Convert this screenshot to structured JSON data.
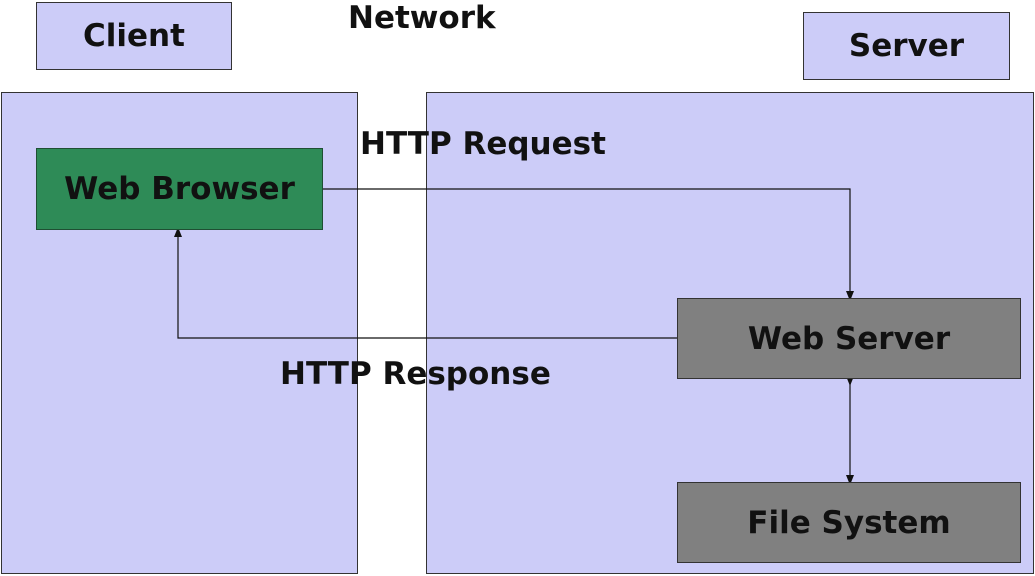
{
  "client": {
    "label": "Client"
  },
  "network": {
    "label": "Network"
  },
  "server": {
    "label": "Server"
  },
  "nodes": {
    "web_browser": "Web Browser",
    "web_server": "Web Server",
    "file_system": "File System"
  },
  "edges": {
    "request": "HTTP Request",
    "response": "HTTP Response"
  },
  "colors": {
    "panel": "#ccccf8",
    "browser": "#2e8b57",
    "server_box": "#808080"
  }
}
